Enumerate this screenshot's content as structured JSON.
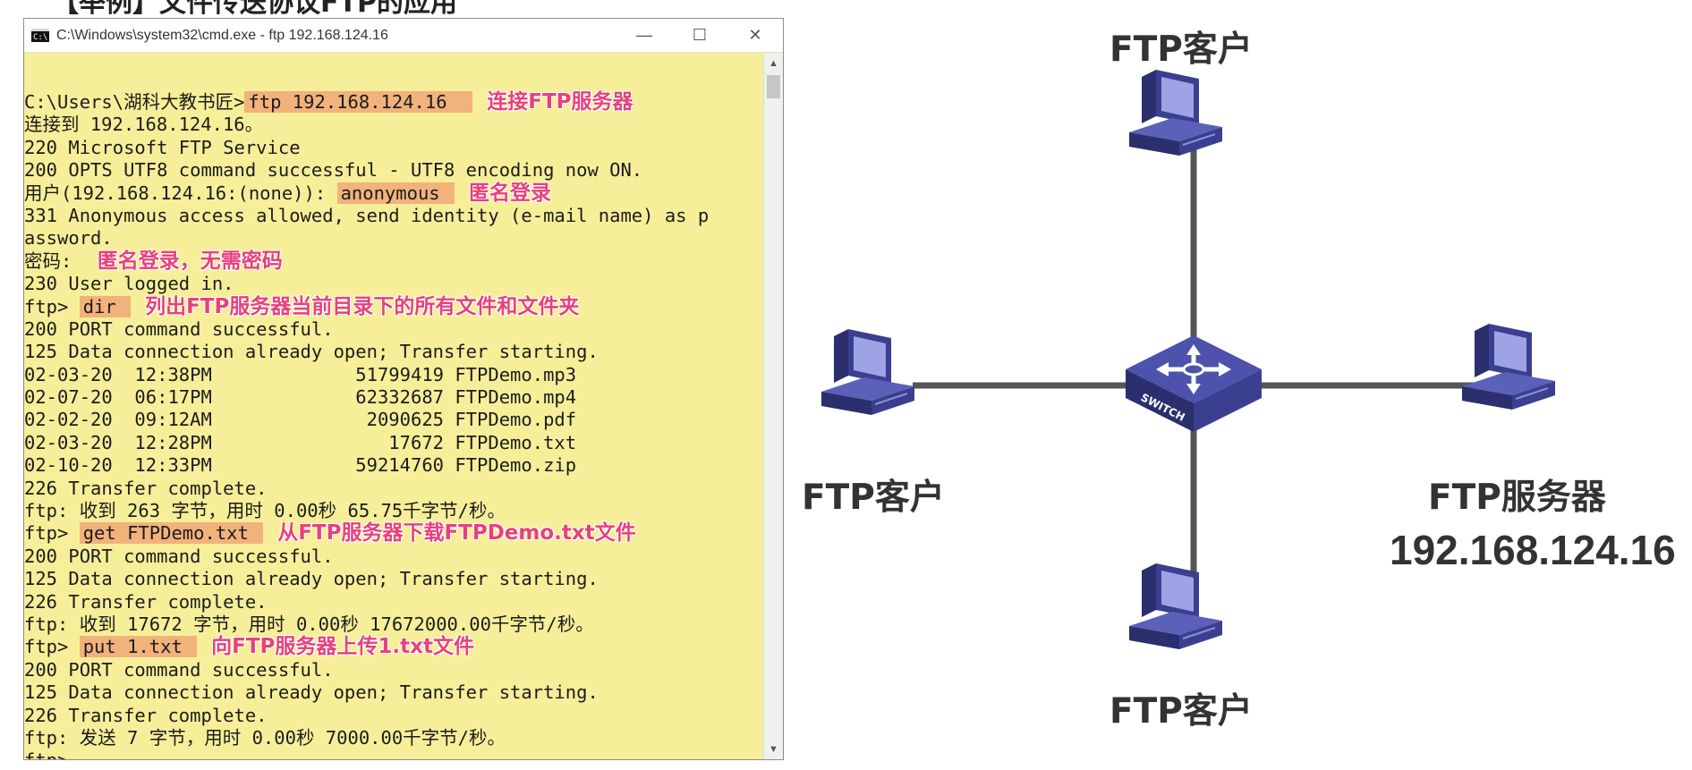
{
  "page_heading": "【举例】文件传送协议FTP的应用",
  "window": {
    "title": "C:\\Windows\\system32\\cmd.exe - ftp  192.168.124.16",
    "icon_text": "C:\\",
    "minimize": "—",
    "maximize": "☐",
    "close": "✕"
  },
  "console_lines": [
    {
      "pre": "C:\\Users\\湖科大教书匠>",
      "hl": "ftp 192.168.124.16  ",
      "post": "",
      "note": "连接FTP服务器"
    },
    {
      "pre": "连接到 192.168.124.16。",
      "hl": "",
      "post": "",
      "note": ""
    },
    {
      "pre": "220 Microsoft FTP Service",
      "hl": "",
      "post": "",
      "note": ""
    },
    {
      "pre": "200 OPTS UTF8 command successful - UTF8 encoding now ON.",
      "hl": "",
      "post": "",
      "note": ""
    },
    {
      "pre": "用户(192.168.124.16:(none)): ",
      "hl": "anonymous ",
      "post": "",
      "note": "匿名登录"
    },
    {
      "pre": "331 Anonymous access allowed, send identity (e-mail name) as p",
      "hl": "",
      "post": "",
      "note": ""
    },
    {
      "pre": "assword.",
      "hl": "",
      "post": "",
      "note": ""
    },
    {
      "pre": "密码: ",
      "hl": "",
      "post": "",
      "note": "匿名登录，无需密码"
    },
    {
      "pre": "230 User logged in.",
      "hl": "",
      "post": "",
      "note": ""
    },
    {
      "pre": "ftp> ",
      "hl": "dir ",
      "post": "",
      "note": "列出FTP服务器当前目录下的所有文件和文件夹"
    },
    {
      "pre": "200 PORT command successful.",
      "hl": "",
      "post": "",
      "note": ""
    },
    {
      "pre": "125 Data connection already open; Transfer starting.",
      "hl": "",
      "post": "",
      "note": ""
    },
    {
      "pre": "02-03-20  12:38PM             51799419 FTPDemo.mp3",
      "hl": "",
      "post": "",
      "note": ""
    },
    {
      "pre": "02-07-20  06:17PM             62332687 FTPDemo.mp4",
      "hl": "",
      "post": "",
      "note": ""
    },
    {
      "pre": "02-02-20  09:12AM              2090625 FTPDemo.pdf",
      "hl": "",
      "post": "",
      "note": ""
    },
    {
      "pre": "02-03-20  12:28PM                17672 FTPDemo.txt",
      "hl": "",
      "post": "",
      "note": ""
    },
    {
      "pre": "02-10-20  12:33PM             59214760 FTPDemo.zip",
      "hl": "",
      "post": "",
      "note": ""
    },
    {
      "pre": "226 Transfer complete.",
      "hl": "",
      "post": "",
      "note": ""
    },
    {
      "pre": "ftp: 收到 263 字节，用时 0.00秒 65.75千字节/秒。",
      "hl": "",
      "post": "",
      "note": ""
    },
    {
      "pre": "ftp> ",
      "hl": "get FTPDemo.txt ",
      "post": "",
      "note": "从FTP服务器下载FTPDemo.txt文件"
    },
    {
      "pre": "200 PORT command successful.",
      "hl": "",
      "post": "",
      "note": ""
    },
    {
      "pre": "125 Data connection already open; Transfer starting.",
      "hl": "",
      "post": "",
      "note": ""
    },
    {
      "pre": "226 Transfer complete.",
      "hl": "",
      "post": "",
      "note": ""
    },
    {
      "pre": "ftp: 收到 17672 字节，用时 0.00秒 17672000.00千字节/秒。",
      "hl": "",
      "post": "",
      "note": ""
    },
    {
      "pre": "ftp> ",
      "hl": "put 1.txt ",
      "post": "",
      "note": "向FTP服务器上传1.txt文件"
    },
    {
      "pre": "200 PORT command successful.",
      "hl": "",
      "post": "",
      "note": ""
    },
    {
      "pre": "125 Data connection already open; Transfer starting.",
      "hl": "",
      "post": "",
      "note": ""
    },
    {
      "pre": "226 Transfer complete.",
      "hl": "",
      "post": "",
      "note": ""
    },
    {
      "pre": "ftp: 发送 7 字节，用时 0.00秒 7000.00千字节/秒。",
      "hl": "",
      "post": "",
      "note": ""
    },
    {
      "pre": "ftp>",
      "hl": "",
      "post": "",
      "note": ""
    }
  ],
  "diagram": {
    "client_top": "FTP客户",
    "client_left": "FTP客户",
    "client_bottom": "FTP客户",
    "server_label": "FTP服务器",
    "server_ip": "192.168.124.16",
    "switch_text": "SWITCH",
    "colors": {
      "device_dark": "#3a3f8f",
      "device_mid": "#5b61b8",
      "screen": "#9ea3e6",
      "link": "#555555"
    }
  }
}
